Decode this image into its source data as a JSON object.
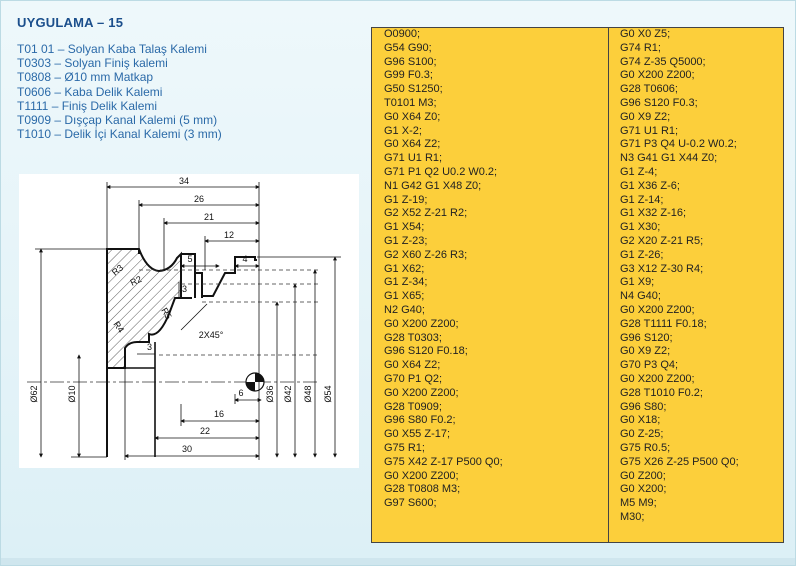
{
  "title": "UYGULAMA – 15",
  "tools": [
    "T01 01 – Solyan Kaba Talaş Kalemi",
    "T0303 – Solyan Finiş kalemi",
    "T0808 – Ø10 mm Matkap",
    "T0606 – Kaba Delik Kalemi",
    "T1111 – Finiş Delik Kalemi",
    "T0909 – Dışçap Kanal Kalemi (5 mm)",
    "T1010 – Delik İçi Kanal Kalemi (3 mm)"
  ],
  "drawing": {
    "horizontal_dims": [
      "34",
      "26",
      "21",
      "12",
      "5",
      "4",
      "2X45°",
      "6",
      "16",
      "22",
      "30"
    ],
    "vertical_dims": [
      "Ø62",
      "Ø10",
      "Ø36",
      "Ø42",
      "Ø48",
      "Ø54"
    ],
    "radii": [
      "R3",
      "R2",
      "R4",
      "R5"
    ],
    "small_dims": [
      "3",
      "3"
    ]
  },
  "program": {
    "left": [
      "O0900;",
      "G54 G90;",
      "G96 S100;",
      "G99 F0.3;",
      "G50 S1250;",
      "T0101 M3;",
      "G0 X64 Z0;",
      "G1 X-2;",
      "G0 X64 Z2;",
      "G71 U1 R1;",
      "G71 P1 Q2 U0.2 W0.2;",
      "N1 G42 G1 X48 Z0;",
      "G1 Z-19;",
      "G2 X52 Z-21 R2;",
      "G1 X54;",
      "G1 Z-23;",
      "G2 X60 Z-26 R3;",
      "G1 X62;",
      "G1 Z-34;",
      "G1 X65;",
      "N2 G40;",
      "G0 X200 Z200;",
      "G28 T0303;",
      "G96 S120 F0.18;",
      "G0 X64 Z2;",
      "G70 P1 Q2;",
      "G0 X200 Z200;",
      "G28 T0909;",
      "G96 S80 F0.2;",
      "G0 X55 Z-17;",
      "G75 R1;",
      "G75 X42 Z-17 P500 Q0;",
      "G0 X200 Z200;",
      "G28 T0808 M3;",
      "G97 S600;"
    ],
    "right": [
      "G0 X0 Z5;",
      "G74 R1;",
      "G74 Z-35 Q5000;",
      "G0 X200 Z200;",
      "G28 T0606;",
      "G96 S120 F0.3;",
      "G0 X9 Z2;",
      "G71 U1 R1;",
      "G71 P3 Q4 U-0.2 W0.2;",
      "N3 G41 G1 X44 Z0;",
      "G1 Z-4;",
      "G1 X36 Z-6;",
      "G1 Z-14;",
      "G1 X32 Z-16;",
      "G1 X30;",
      "G2 X20 Z-21 R5;",
      "G1 Z-26;",
      "G3 X12 Z-30 R4;",
      "G1 X9;",
      "N4 G40;",
      "G0 X200 Z200;",
      "G28 T1111 F0.18;",
      "G96 S120;",
      "G0 X9 Z2;",
      "G70 P3 Q4;",
      "G0 X200 Z200;",
      "G28 T1010 F0.2;",
      "G96 S80;",
      "G0 X18;",
      "G0 Z-25;",
      "G75 R0.5;",
      "G75 X26 Z-25 P500 Q0;",
      "G0 Z200;",
      "G0 X200;",
      "M5 M9;",
      "M30;"
    ]
  }
}
